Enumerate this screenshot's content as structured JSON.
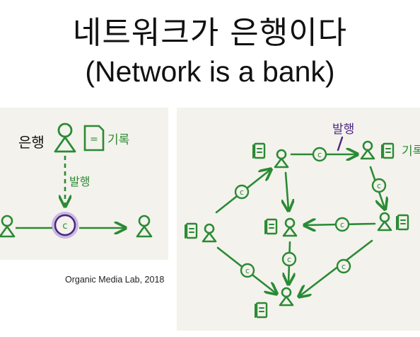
{
  "title": {
    "line1": "네트워크가 은행이다",
    "line2": "(Network is a bank)"
  },
  "left_panel": {
    "bank_label": "은행",
    "record_label": "기록",
    "issue_label": "발행",
    "coin_label": "c",
    "record_doc_label": "="
  },
  "right_panel": {
    "issue_label": "발행",
    "record_label": "기록",
    "coin_label": "c",
    "record_doc_label": "="
  },
  "caption": "Organic Media Lab, 2018",
  "colors": {
    "ink": "#2a8a35",
    "accent": "#4a2585",
    "halo": "#8a6fc2",
    "panel": "#f4f2ec"
  }
}
